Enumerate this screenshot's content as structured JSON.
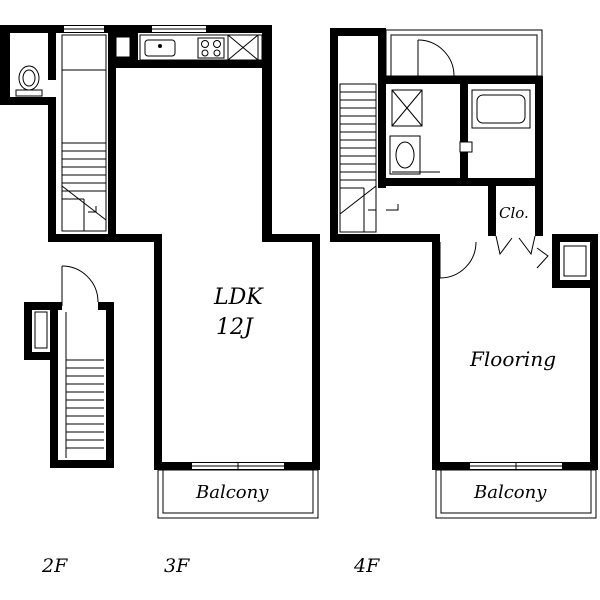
{
  "floors": {
    "f2": {
      "label": "2F"
    },
    "f3": {
      "label": "3F"
    },
    "f4": {
      "label": "4F"
    }
  },
  "rooms": {
    "ldk_name": "LDK",
    "ldk_size": "12J",
    "flooring": "Flooring",
    "closet": "Clo.",
    "balcony_3f": "Balcony",
    "balcony_4f": "Balcony"
  }
}
